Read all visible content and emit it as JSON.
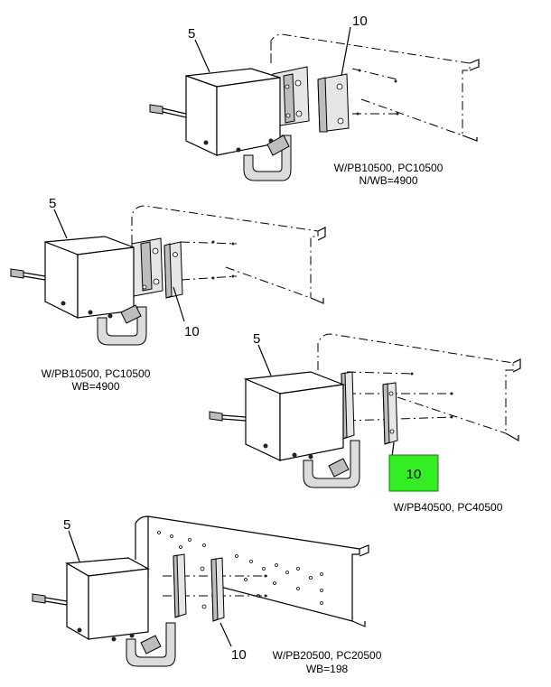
{
  "views": [
    {
      "callouts": [
        "5",
        "10"
      ],
      "caption_lines": [
        "W/PB10500, PC10500",
        "N/WB=4900"
      ]
    },
    {
      "callouts": [
        "5",
        "10"
      ],
      "caption_lines": [
        "W/PB10500, PC10500",
        "WB=4900"
      ]
    },
    {
      "callouts": [
        "5",
        "10"
      ],
      "caption_lines": [
        "W/PB40500, PC40500"
      ],
      "highlight_color": "#33ee22"
    },
    {
      "callouts": [
        "5",
        "10"
      ],
      "caption_lines": [
        "W/PB20500, PC20500",
        "WB=198"
      ]
    }
  ]
}
